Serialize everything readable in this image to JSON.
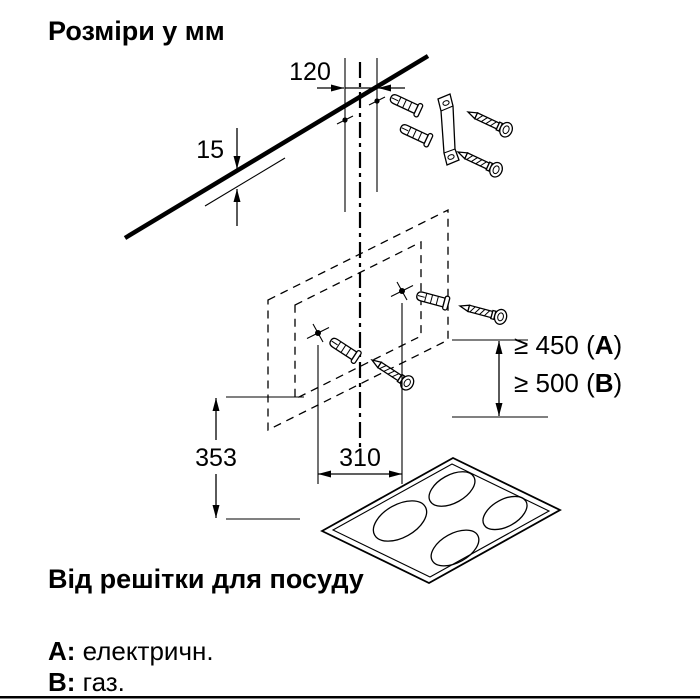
{
  "title": "Розміри у мм",
  "dimensions": {
    "top_hole_spacing": "120",
    "top_edge_offset": "15",
    "lower_hole_height": "353",
    "lower_hole_spacing": "310"
  },
  "clearance": {
    "electric": {
      "prefix": "≥ 450 (",
      "key": "A",
      "suffix": ")"
    },
    "gas": {
      "prefix": "≥ 500 (",
      "key": "B",
      "suffix": ")"
    }
  },
  "footer": {
    "note": "Від решітки для посуду",
    "legend": {
      "a_key": "A:",
      "a_label": " електричн.",
      "b_key": "B:",
      "b_label": " газ."
    }
  }
}
